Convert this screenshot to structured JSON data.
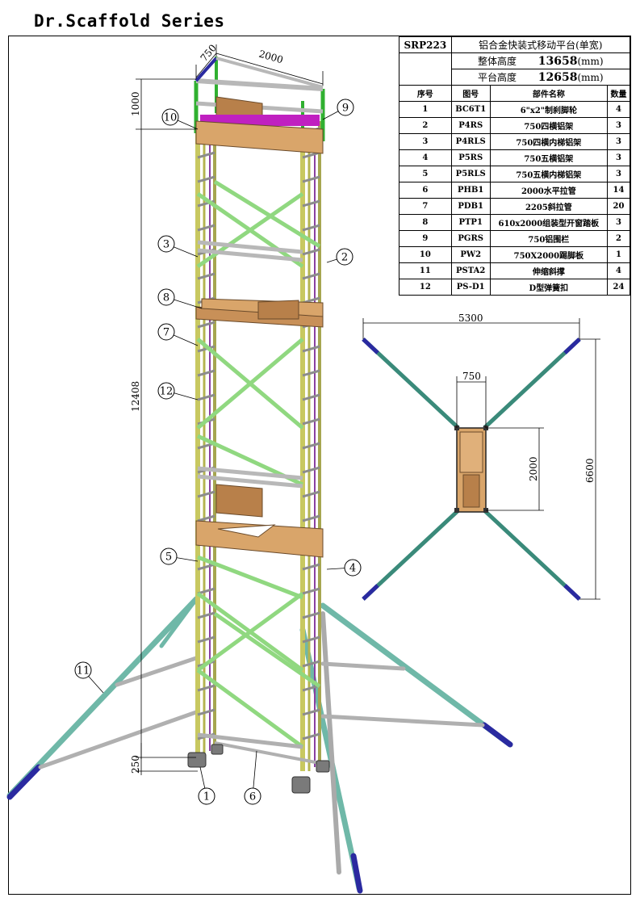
{
  "page": {
    "title": "Dr.Scaffold Series"
  },
  "spec": {
    "model": "SRP223",
    "name": "铝合金快装式移动平台(单宽)",
    "overall_height_label": "整体高度",
    "overall_height_value": "13658",
    "overall_height_unit": "(mm)",
    "platform_height_label": "平台高度",
    "platform_height_value": "12658",
    "platform_height_unit": "(mm)",
    "headers": [
      "序号",
      "图号",
      "部件名称",
      "数量"
    ],
    "rows": [
      {
        "no": "1",
        "code": "BC6T1",
        "name": "6\"x2\"制刹脚轮",
        "qty": "4"
      },
      {
        "no": "2",
        "code": "P4RS",
        "name": "750四横铝架",
        "qty": "3"
      },
      {
        "no": "3",
        "code": "P4RLS",
        "name": "750四横内梯铝架",
        "qty": "3"
      },
      {
        "no": "4",
        "code": "P5RS",
        "name": "750五横铝架",
        "qty": "3"
      },
      {
        "no": "5",
        "code": "P5RLS",
        "name": "750五横内梯铝架",
        "qty": "3"
      },
      {
        "no": "6",
        "code": "PHB1",
        "name": "2000水平拉管",
        "qty": "14"
      },
      {
        "no": "7",
        "code": "PDB1",
        "name": "2205斜拉管",
        "qty": "20"
      },
      {
        "no": "8",
        "code": "PTP1",
        "name": "610x2000组装型开窗踏板",
        "qty": "3"
      },
      {
        "no": "9",
        "code": "PGRS",
        "name": "750铝围栏",
        "qty": "2"
      },
      {
        "no": "10",
        "code": "PW2",
        "name": "750X2000踢脚板",
        "qty": "1"
      },
      {
        "no": "11",
        "code": "PSTA2",
        "name": "伸缩斜撑",
        "qty": "4"
      },
      {
        "no": "12",
        "code": "PS-D1",
        "name": "D型弹簧扣",
        "qty": "24"
      }
    ]
  },
  "dimensions": {
    "width_750": "750",
    "length_2000": "2000",
    "guard_1000": "1000",
    "height_12408": "12408",
    "base_250": "250",
    "plan_5300": "5300",
    "plan_750": "750",
    "plan_2000": "2000",
    "plan_6600": "6600"
  },
  "callouts": [
    "1",
    "2",
    "3",
    "4",
    "5",
    "6",
    "7",
    "8",
    "9",
    "10",
    "11",
    "12"
  ],
  "colors": {
    "frame": "#c8c860",
    "brace_green": "#90d880",
    "rail_grey": "#b8b8b8",
    "outrigger": "#6fb8a8",
    "outrigger_end": "#2a2aa0",
    "guard_purple": "#c020c0",
    "guard_green": "#30b030",
    "deck_wood": "#d9a56a"
  }
}
